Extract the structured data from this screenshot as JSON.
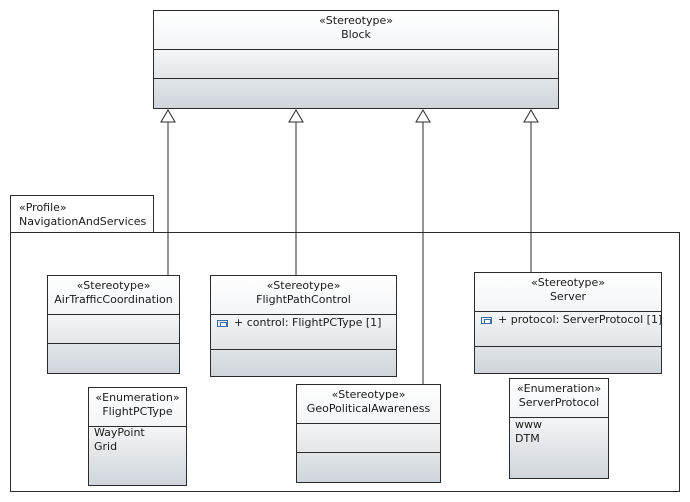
{
  "block": {
    "stereotype": "«Stereotype»",
    "name": "Block"
  },
  "profile": {
    "stereotype": "«Profile»",
    "name": "NavigationAndServices"
  },
  "classes": {
    "air_traffic": {
      "stereotype": "«Stereotype»",
      "name": "AirTrafficCoordination"
    },
    "flight_path": {
      "stereotype": "«Stereotype»",
      "name": "FlightPathControl",
      "attribute": "+ control: FlightPCType [1]"
    },
    "server": {
      "stereotype": "«Stereotype»",
      "name": "Server",
      "attribute": "+ protocol: ServerProtocol [1]"
    },
    "geo": {
      "stereotype": "«Stereotype»",
      "name": "GeoPoliticalAwareness"
    }
  },
  "enums": {
    "flight_pc_type": {
      "stereotype": "«Enumeration»",
      "name": "FlightPCType",
      "literals": [
        "WayPoint",
        "Grid"
      ]
    },
    "server_protocol": {
      "stereotype": "«Enumeration»",
      "name": "ServerProtocol",
      "literals": [
        "www",
        "DTM"
      ]
    }
  },
  "colors": {
    "line": "#2b2b2b",
    "gradient_top": "#ffffff",
    "gradient_bottom": "#cfd5da"
  }
}
